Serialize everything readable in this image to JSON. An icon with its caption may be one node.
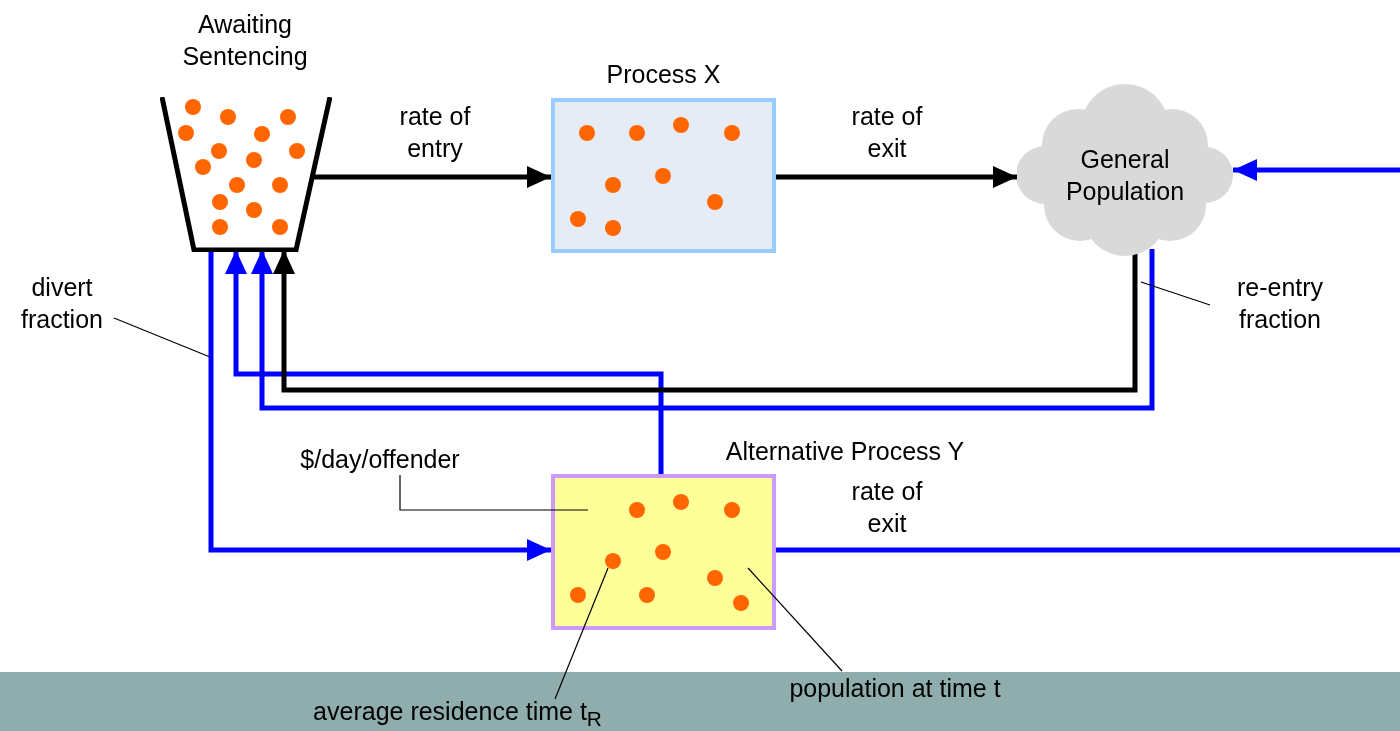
{
  "diagram": {
    "nodes": [
      {
        "text": [
          "Awaiting Sentencing"
        ]
      },
      {
        "text": [
          "Process X"
        ]
      },
      {
        "text": [
          "General Population"
        ]
      },
      {
        "text": [
          "Alternative Process Y"
        ]
      },
      {
        "text": [
          "divert fraction"
        ]
      },
      {
        "text": [
          "re-entry fraction"
        ]
      },
      {
        "text": [
          "$/day/offender"
        ]
      },
      {
        "text": [
          "average residence time t$_{R}$"
        ]
      },
      {
        "text": [
          "population at time t"
        ]
      }
    ],
    "edges": [
      {
        "from": 0,
        "to": 1,
        "arrow": "to",
        "label": "rate of entry"
      },
      {
        "from": 1,
        "to": 2,
        "arrow": "to",
        "label": "rate of exit"
      },
      {
        "from": 0,
        "to": 3,
        "arrow": "to",
        "color": "#0000ff"
      },
      {
        "from": 3,
        "to": 0,
        "arrow": "to",
        "color": "#0000ff"
      },
      {
        "from": 2,
        "to": 0,
        "arrow": "to"
      },
      {
        "from": 2,
        "to": 0,
        "arrow": "to",
        "color": "#0000ff"
      },
      {
        "from": 3,
        "to": null,
        "arrow": "none",
        "label": "rate of exit",
        "color": "#0000ff"
      },
      {
        "from": null,
        "to": 2,
        "arrow": "to",
        "color": "#0000ff"
      },
      {
        "from": 4,
        "to": null,
        "arrow": "none"
      },
      {
        "from": 5,
        "to": null,
        "arrow": "none"
      },
      {
        "from": 6,
        "to": 3,
        "arrow": "none"
      },
      {
        "from": 7,
        "to": 3,
        "arrow": "none"
      },
      {
        "from": 8,
        "to": 3,
        "arrow": "none"
      }
    ]
  }
}
